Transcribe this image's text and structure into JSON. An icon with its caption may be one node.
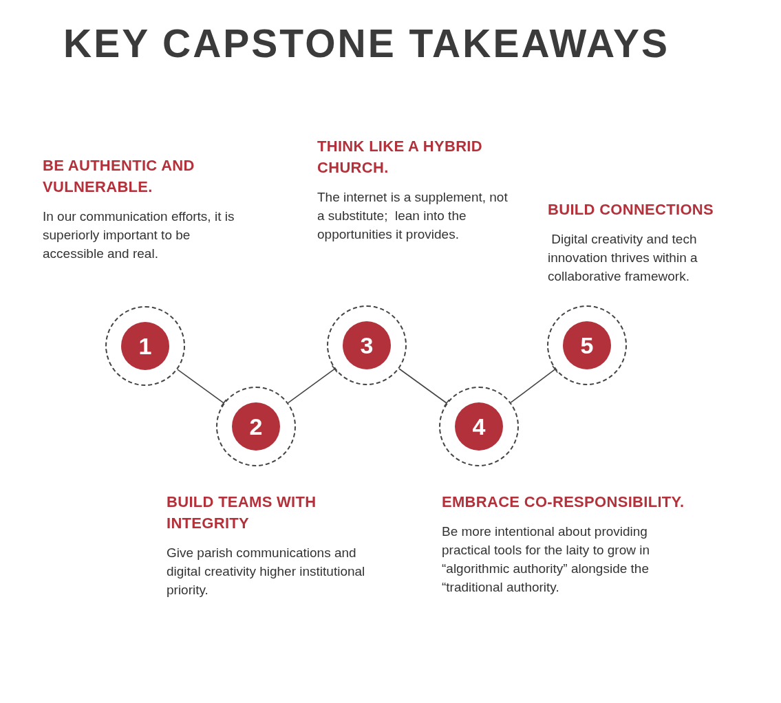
{
  "diagram": {
    "title": "KEY CAPSTONE TAKEAWAYS",
    "nodes": [
      {
        "text": [
          "1"
        ],
        "beside": [
          "BE AUTHENTIC AND VULNERABLE.",
          "In our communication efforts, it is superiorly important to be accessible and real."
        ]
      },
      {
        "text": [
          "2"
        ],
        "beside": [
          "BUILD TEAMS WITH INTEGRITY",
          "Give parish communications and digital creativity higher institutional priority."
        ]
      },
      {
        "text": [
          "3"
        ],
        "beside": [
          "THINK LIKE A HYBRID CHURCH.",
          "The internet is a supplement, not a substitute;  lean into the opportunities it provides."
        ]
      },
      {
        "text": [
          "4"
        ],
        "beside": [
          "EMBRACE CO-RESPONSIBILITY.",
          "Be more intentional about providing practical tools for the laity to grow in  “algorithmic authority” alongside the “traditional authority."
        ]
      },
      {
        "text": [
          "5"
        ],
        "beside": [
          "BUILD CONNECTIONS",
          " Digital creativity and tech innovation thrives within a collaborative framework."
        ]
      }
    ],
    "edges": [
      {
        "from": 0,
        "to": 1,
        "arrow": "other"
      },
      {
        "from": 1,
        "to": 2,
        "arrow": "other"
      },
      {
        "from": 2,
        "to": 3,
        "arrow": "other"
      },
      {
        "from": 3,
        "to": 4,
        "arrow": "other"
      }
    ]
  }
}
